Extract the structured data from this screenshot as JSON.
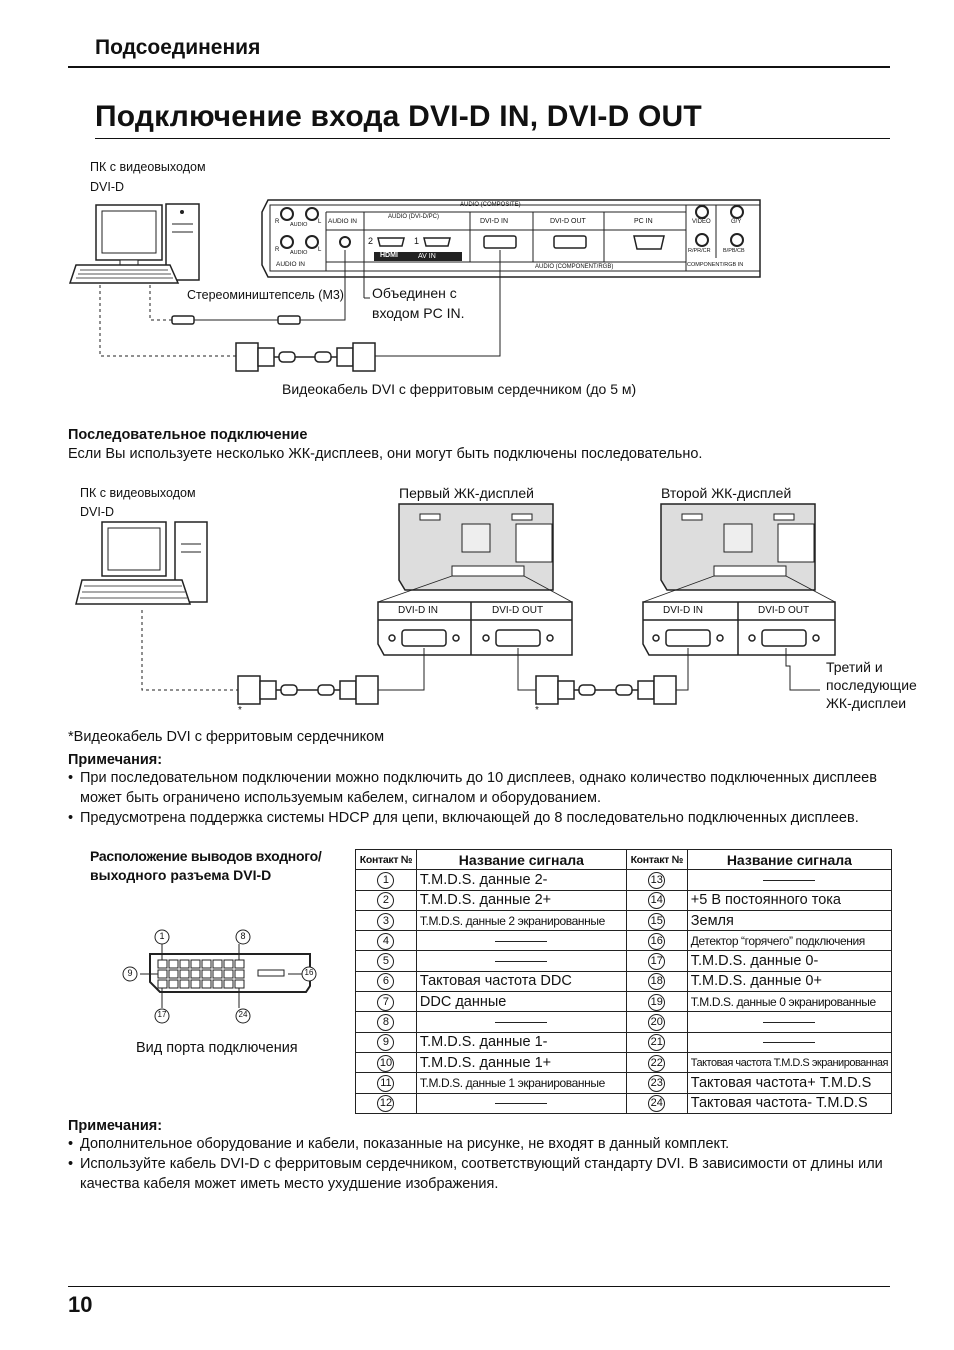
{
  "header": {
    "section_title": "Подсоединения",
    "page_title": "Подключение входа DVI-D IN, DVI-D OUT"
  },
  "diagram1": {
    "pc_label_line1": "ПК с видеовыходом",
    "pc_label_line2": "DVI-D",
    "miniplug_label": "Стереомиништепсель (M3)",
    "combined_line1": "Объединен с",
    "combined_line2": "входом PC IN.",
    "cable_label": "Видеокабель DVI с ферритовым сердечником (до 5 м)",
    "panel": {
      "audio_composite": "AUDIO (COMPOSITE)",
      "audio_in": "AUDIO IN",
      "audio_dvi_pc": "AUDIO (DVI-D/PC)",
      "dvi_in": "DVI-D IN",
      "dvi_out": "DVI-D OUT",
      "pc_in": "PC IN",
      "video": "VIDEO",
      "gy": "G/Y",
      "rpr": "R/PR/CR",
      "bpb": "B/PB/CB",
      "hdmi": "HDMI",
      "av_in": "AV IN",
      "audio_component": "AUDIO (COMPONENT/RGB)",
      "component_rgb_in": "COMPONENT/RGB IN",
      "hdmi_1": "1",
      "hdmi_2": "2",
      "r": "R",
      "l": "L",
      "audio": "AUDIO"
    }
  },
  "serial": {
    "heading": "Последовательное подключение",
    "text": "Если Вы используете несколько ЖК-дисплеев, они могут быть подключены последовательно."
  },
  "diagram2": {
    "pc_label_line1": "ПК с видеовыходом",
    "pc_label_line2": "DVI-D",
    "first_display": "Первый ЖК-дисплей",
    "second_display": "Второй ЖК-дисплей",
    "dvi_in": "DVI-D IN",
    "dvi_out": "DVI-D OUT",
    "third_line1": "Третий и",
    "third_line2": "последующие",
    "third_line3": "ЖК-дисплеи",
    "asterisk": "*"
  },
  "cable_footnote": "*Видеокабель DVI с ферритовым сердечником",
  "notes1": {
    "heading": "Примечания:",
    "items": [
      "При последовательном подключении можно подключить до 10 дисплеев, однако количество подключенных дисплеев может быть ограничено используемым кабелем, сигналом и оборудованием.",
      "Предусмотрена поддержка системы HDCP для цепи, включающей до 8 последовательно подключенных дисплеев."
    ]
  },
  "pinout": {
    "heading_line1": "Расположение выводов входного/",
    "heading_line2": "выходного разъема DVI-D",
    "caption": "Вид порта подключения",
    "pin_labels": [
      "1",
      "8",
      "9",
      "16",
      "17",
      "24"
    ]
  },
  "table": {
    "col_contact": "Контакт №",
    "col_signal": "Название сигнала",
    "rows": [
      {
        "a_num": "1",
        "a_sig": "T.M.D.S. данные 2-",
        "b_num": "13",
        "b_sig": ""
      },
      {
        "a_num": "2",
        "a_sig": "T.M.D.S. данные 2+",
        "b_num": "14",
        "b_sig": "+5 В постоянного тока"
      },
      {
        "a_num": "3",
        "a_sig": "T.M.D.S. данные 2 экранированные",
        "b_num": "15",
        "b_sig": "Земля"
      },
      {
        "a_num": "4",
        "a_sig": "",
        "b_num": "16",
        "b_sig": "Детектор “горячего” подключения"
      },
      {
        "a_num": "5",
        "a_sig": "",
        "b_num": "17",
        "b_sig": "T.M.D.S. данные 0-"
      },
      {
        "a_num": "6",
        "a_sig": "Тактовая частота DDC",
        "b_num": "18",
        "b_sig": "T.M.D.S. данные 0+"
      },
      {
        "a_num": "7",
        "a_sig": "DDC данные",
        "b_num": "19",
        "b_sig": "T.M.D.S. данные 0 экранированные"
      },
      {
        "a_num": "8",
        "a_sig": "",
        "b_num": "20",
        "b_sig": ""
      },
      {
        "a_num": "9",
        "a_sig": "T.M.D.S. данные 1-",
        "b_num": "21",
        "b_sig": ""
      },
      {
        "a_num": "10",
        "a_sig": "T.M.D.S. данные 1+",
        "b_num": "22",
        "b_sig": "Тактовая частота T.M.D.S экранированная"
      },
      {
        "a_num": "11",
        "a_sig": "T.M.D.S. данные 1 экранированные",
        "b_num": "23",
        "b_sig": "Тактовая частота+ T.M.D.S"
      },
      {
        "a_num": "12",
        "a_sig": "",
        "b_num": "24",
        "b_sig": "Тактовая частота- T.M.D.S"
      }
    ]
  },
  "notes2": {
    "heading": "Примечания:",
    "items": [
      "Дополнительное оборудование и кабели, показанные на рисунке, не входят в данный комплект.",
      "Используйте кабель DVI-D с ферритовым сердечником, соответствующий стандарту DVI. В зависимости от длины или качества кабеля может иметь место ухудшение изображения."
    ]
  },
  "footer": {
    "page_number": "10"
  }
}
